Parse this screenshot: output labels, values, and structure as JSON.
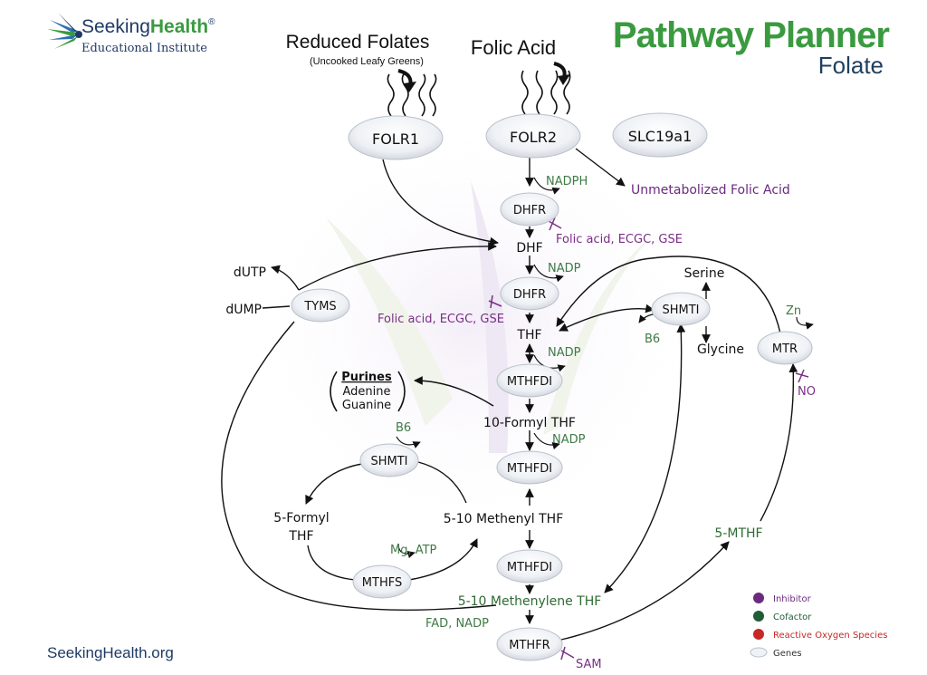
{
  "brand": {
    "logo_word1": "Seeking",
    "logo_word2": "Health",
    "logo_reg": "®",
    "logo_sub": "Educational Institute",
    "url": "SeekingHealth.org"
  },
  "header": {
    "title": "Pathway Planner",
    "subtitle": "Folate"
  },
  "sources": {
    "reduced_title": "Reduced Folates",
    "reduced_sub": "(Uncooked Leafy Greens)",
    "folic_title": "Folic Acid"
  },
  "genes": {
    "folr1": "FOLR1",
    "folr2": "FOLR2",
    "slc19a1": "SLC19a1",
    "dhfr_a": "DHFR",
    "dhfr_b": "DHFR",
    "tyms": "TYMS",
    "shmti_right": "SHMTI",
    "mtr": "MTR",
    "mthfdi_a": "MTHFDI",
    "shmti_left": "SHMTI",
    "mthfdi_b": "MTHFDI",
    "mthfs": "MTHFS",
    "mthfdi_c": "MTHFDI",
    "mthfr": "MTHFR"
  },
  "metabolites": {
    "dhf": "DHF",
    "thf": "THF",
    "ten_formyl": "10-Formyl THF",
    "methenyl": "5-10 Methenyl THF",
    "methylene": "5-10 Methenylene THF",
    "five_mthf": "5-MTHF",
    "five_formyl_1": "5-Formyl",
    "five_formyl_2": "THF",
    "dutp": "dUTP",
    "dump": "dUMP",
    "serine": "Serine",
    "glycine": "Glycine",
    "purines": "Purines",
    "adenine": "Adenine",
    "guanine": "Guanine",
    "unmetabolized": "Unmetabolized Folic Acid"
  },
  "cofactors": {
    "nadph": "NADPH",
    "nadp_1": "NADP",
    "nadp_2": "NADP",
    "nadp_3": "NADP",
    "b6_right": "B6",
    "b6_left": "B6",
    "zn": "Zn",
    "mg_atp": "Mg, ATP",
    "fad_nadp": "FAD, NADP"
  },
  "inhibitors": {
    "dhfr_a_inhib": "Folic acid, ECGC, GSE",
    "dhfr_b_inhib": "Folic acid, ECGC, GSE",
    "no": "NO",
    "sam": "SAM"
  },
  "legend": {
    "items": [
      {
        "label": "Inhibitor",
        "color": "#6b2a7f"
      },
      {
        "label": "Cofactor",
        "color": "#1f5d36"
      },
      {
        "label": "Reactive Oxygen Species",
        "color": "#c62828"
      },
      {
        "label": "Genes",
        "color": "#eef2f7"
      }
    ]
  },
  "colors": {
    "title_green": "#3a9a3f",
    "subtitle_navy": "#1f3f5f",
    "cofactor_green": "#3f7a46",
    "inhibitor_purple": "#7a2f86",
    "brand_navy": "#1f3a66",
    "brand_green": "#3a9a3f"
  }
}
